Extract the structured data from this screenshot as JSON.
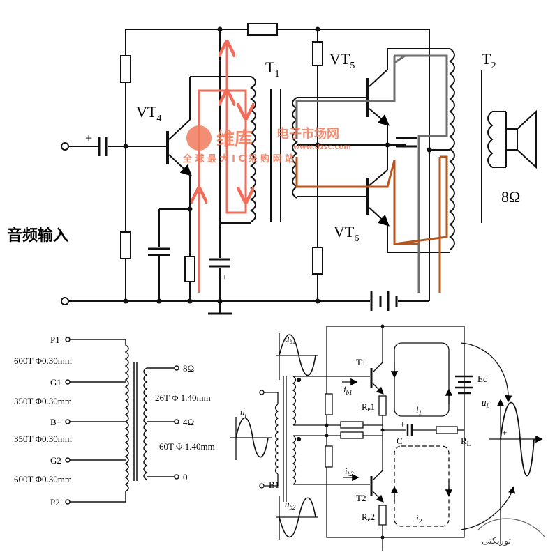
{
  "top_circuit": {
    "labels": {
      "vt4": "VT",
      "vt4_sub": "4",
      "vt5": "VT",
      "vt5_sub": "5",
      "vt6": "VT",
      "vt6_sub": "6",
      "t1": "T",
      "t1_sub": "1",
      "t2": "T",
      "t2_sub": "2",
      "speaker": "8Ω",
      "audio_input": "音频输入",
      "plus": "+",
      "plus2": "+"
    },
    "colors": {
      "wire": "#111111",
      "path_red": "#f26b5a",
      "path_gray": "#6d6d6d",
      "path_brown": "#b5561e"
    }
  },
  "watermark": {
    "brand": "维库",
    "name": "电子市场网",
    "slogan": "全 球 最 大 I C 采 购 网 站",
    "url": "www.dzsc.com",
    "color": "#f07a5a"
  },
  "transformer_spec": {
    "left_terminals": [
      "P1",
      "G1",
      "B+",
      "G2",
      "P2"
    ],
    "left_windings": [
      "600T Φ0.30mm",
      "350T Φ0.30mm",
      "350T Φ0.30mm",
      "600T Φ0.30mm"
    ],
    "right_terminals": [
      "8Ω",
      "4Ω",
      "0"
    ],
    "right_windings": [
      "26T Φ 1.40mm",
      "60T Φ 1.40mm"
    ]
  },
  "bottom_circuit": {
    "labels": {
      "ub1": "u",
      "ub1_sub": "b1",
      "ub2": "u",
      "ub2_sub": "b2",
      "ui": "u",
      "ui_sub": "i",
      "ib1": "i",
      "ib1_sub": "b1",
      "ib2": "i",
      "ib2_sub": "b2",
      "t1": "T1",
      "t2": "T2",
      "re1": "R",
      "re1_sub": "e",
      "re1_num": "1",
      "re2": "R",
      "re2_sub": "e",
      "re2_num": "2",
      "i1": "i",
      "i1_sub": "1",
      "i2": "i",
      "i2_sub": "2",
      "c": "C",
      "rl": "R",
      "rl_sub": "L",
      "ec": "Ec",
      "ul": "u",
      "ul_sub": "L",
      "b1": "B1",
      "cplus": "+",
      "plus": "+"
    }
  },
  "corner_logo": {
    "text": "توربکتی"
  }
}
